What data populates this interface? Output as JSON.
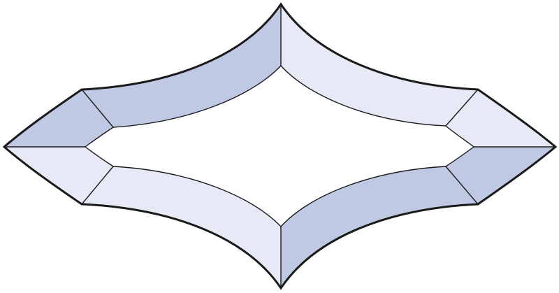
{
  "colors": {
    "background": "#ffffff",
    "facet_dark": "#bfc9e3",
    "facet_light": "#e6e9f6",
    "inner_window": "#ffffff",
    "outline": "#1a1a1a"
  },
  "shape": {
    "kind": "four-point-star-bevel",
    "facets": [
      {
        "id": "top-left-band",
        "shade": "dark"
      },
      {
        "id": "top-right-band",
        "shade": "light"
      },
      {
        "id": "bottom-left-band",
        "shade": "light"
      },
      {
        "id": "bottom-right-band",
        "shade": "dark"
      },
      {
        "id": "left-upper-tip",
        "shade": "dark"
      },
      {
        "id": "left-lower-tip",
        "shade": "light"
      },
      {
        "id": "right-upper-tip",
        "shade": "light"
      },
      {
        "id": "right-lower-tip",
        "shade": "dark"
      }
    ]
  }
}
